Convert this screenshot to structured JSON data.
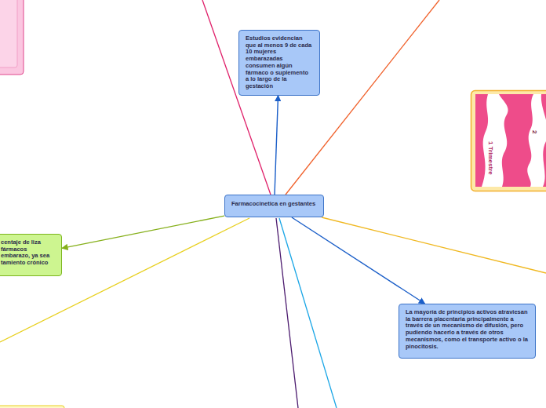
{
  "diagram": {
    "nodes": [
      {
        "text": [
          "Farmacocinetica en gestantes"
        ]
      },
      {
        "text": [
          "Estudios evidencian que al menos 9 de cada 10 mujeres embarazadas consumen algún fármaco o suplemento a lo largo de la gestación"
        ]
      },
      {
        "text": [
          "centaje de liza fármacos embarazo, ya sea tamiento crónico"
        ]
      },
      {
        "text": [
          "La mayoría de principios activos atraviesan la barrera placentaria principalmente a través de un mecanismo de difusión, pero pudiendo hacerlo a través de otros mecanismos, como el transporte activo o la pinocitosis."
        ]
      }
    ],
    "edges": [
      {
        "from": 0,
        "to": 1,
        "arrow": "to"
      },
      {
        "from": 0,
        "to": 2,
        "arrow": "to"
      },
      {
        "from": 0,
        "to": 3,
        "arrow": "to"
      }
    ],
    "labels": [
      "1 Trimestre",
      "2"
    ]
  }
}
